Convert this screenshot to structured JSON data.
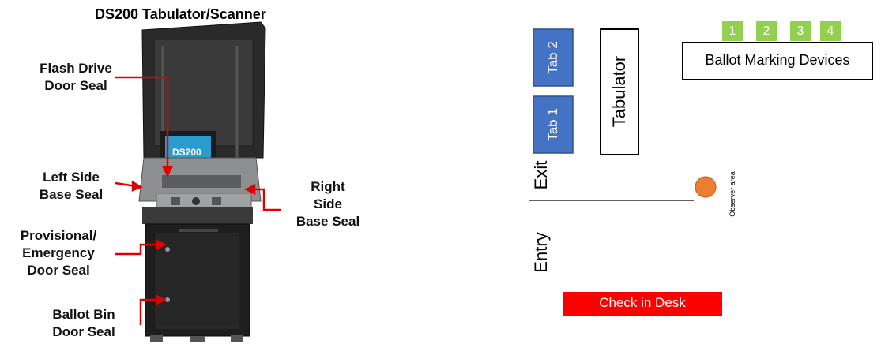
{
  "left_panel": {
    "title": "DS200 Tabulator/Scanner",
    "screen_brand": "DS200",
    "labels": {
      "flash_line1": "Flash Drive",
      "flash_line2": "Door Seal",
      "left_line1": "Left Side",
      "left_line2": "Base Seal",
      "right_line1": "Right",
      "right_line2": "Side",
      "right_line3": "Base Seal",
      "prov_line1": "Provisional/",
      "prov_line2": "Emergency",
      "prov_line3": "Door Seal",
      "bin_line1": "Ballot Bin",
      "bin_line2": "Door Seal"
    },
    "arrow_color": "#e00000"
  },
  "right_panel": {
    "tab2": "Tab 2",
    "tab1": "Tab 1",
    "tabulator": "Tabulator",
    "ballot_devices": "Ballot Marking Devices",
    "device_numbers": [
      "1",
      "2",
      "3",
      "4"
    ],
    "exit": "Exit",
    "entry": "Entry",
    "observer": "Observer area",
    "check_in": "Check in Desk",
    "colors": {
      "tab_fill": "#4472c4",
      "device_green": "#92d050",
      "observer_orange": "#ed7d31",
      "checkin_red": "#ff0000"
    }
  }
}
